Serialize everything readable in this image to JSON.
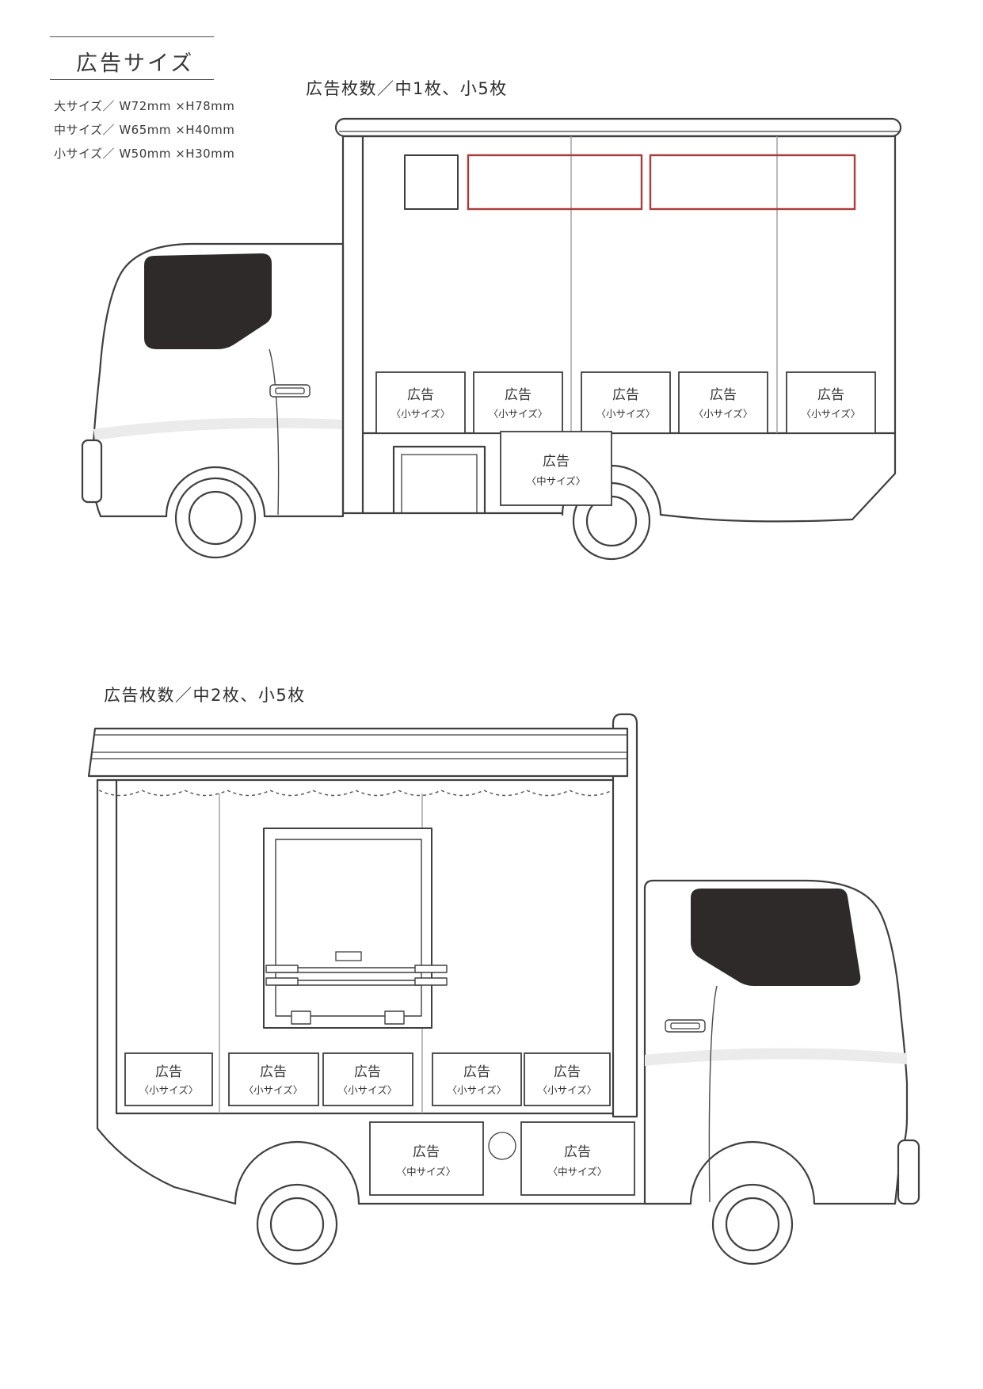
{
  "legend": {
    "title": "広告サイズ",
    "items": [
      "大サイズ／ W72mm ×H78mm",
      "中サイズ／ W65mm ×H40mm",
      "小サイズ／ W50mm ×H30mm"
    ]
  },
  "truck1": {
    "title": "広告枚数／中1枚、小5枚",
    "small_ads": [
      {
        "label": "広告",
        "size": "〈小サイズ〉"
      },
      {
        "label": "広告",
        "size": "〈小サイズ〉"
      },
      {
        "label": "広告",
        "size": "〈小サイズ〉"
      },
      {
        "label": "広告",
        "size": "〈小サイズ〉"
      },
      {
        "label": "広告",
        "size": "〈小サイズ〉"
      }
    ],
    "medium_ads": [
      {
        "label": "広告",
        "size": "〈中サイズ〉"
      }
    ]
  },
  "truck2": {
    "title": "広告枚数／中2枚、小5枚",
    "small_ads": [
      {
        "label": "広告",
        "size": "〈小サイズ〉"
      },
      {
        "label": "広告",
        "size": "〈小サイズ〉"
      },
      {
        "label": "広告",
        "size": "〈小サイズ〉"
      },
      {
        "label": "広告",
        "size": "〈小サイズ〉"
      },
      {
        "label": "広告",
        "size": "〈小サイズ〉"
      }
    ],
    "medium_ads": [
      {
        "label": "広告",
        "size": "〈中サイズ〉"
      },
      {
        "label": "広告",
        "size": "〈中サイズ〉"
      }
    ]
  },
  "colors": {
    "accent_red": "#a83c3c",
    "outline": "#3f3f3f",
    "divider": "#9e9e9e",
    "cab_window": "#2e2a2a",
    "swoosh": "#ebebeb"
  }
}
